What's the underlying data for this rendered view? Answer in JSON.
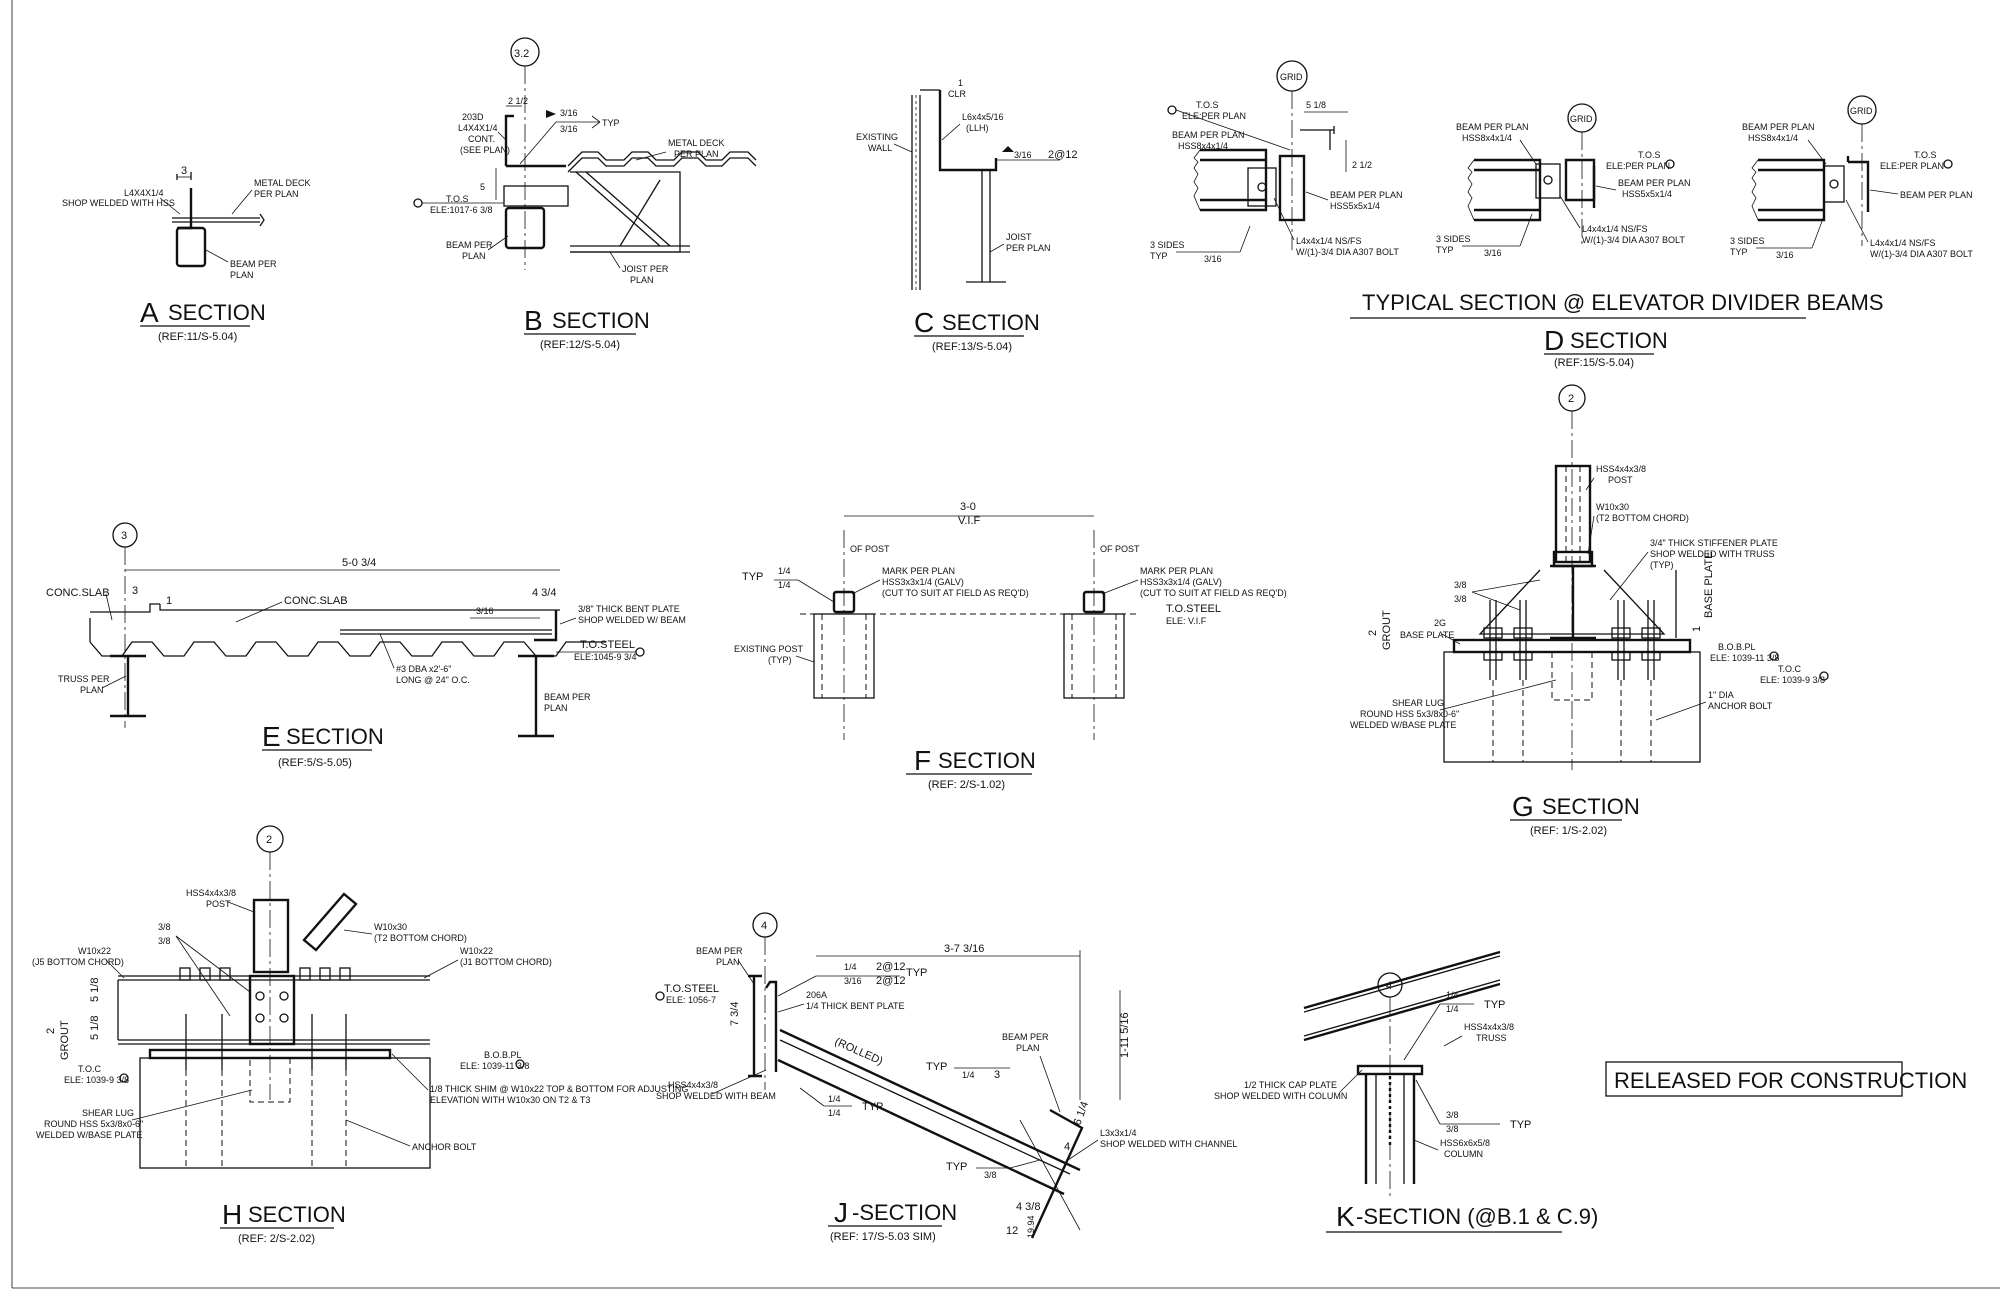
{
  "sections": {
    "A": {
      "letter": "A",
      "word": "SECTION",
      "ref": "(REF:11/S-5.04)",
      "labels": {
        "dim": "3",
        "angle": "L4X4X1/4",
        "angle2": "SHOP WELDED WITH HSS",
        "deck1": "METAL DECK",
        "deck2": "PER PLAN",
        "beam1": "BEAM PER",
        "beam2": "PLAN"
      }
    },
    "B": {
      "letter": "B",
      "word": "SECTION",
      "ref": "(REF:12/S-5.04)",
      "grid": "3.2",
      "labels": {
        "p1": "203D",
        "p2": "L4X4X1/4",
        "p3": "CONT.",
        "p4": "(SEE PLAN)",
        "dim1": "2 1/2",
        "w1": "3/16",
        "w2": "3/16",
        "typ": "TYP",
        "dim5": "5",
        "tos1": "T.O.S",
        "tos2": "ELE:1017-6 3/8",
        "deck1": "METAL DECK",
        "deck2": "PER PLAN",
        "beam1": "BEAM PER",
        "beam2": "PLAN",
        "joist1": "JOIST PER",
        "joist2": "PLAN"
      }
    },
    "C": {
      "letter": "C",
      "word": "SECTION",
      "ref": "(REF:13/S-5.04)",
      "labels": {
        "clr1": "1",
        "clr2": "CLR",
        "ex1": "EXISTING",
        "ex2": "WALL",
        "ang1": "L6x4x5/16",
        "ang2": "(LLH)",
        "w": "3/16",
        "pitch": "2@12",
        "joist1": "JOIST",
        "joist2": "PER PLAN"
      }
    },
    "D": {
      "letter": "D",
      "word": "SECTION",
      "ref": "(REF:15/S-5.04)",
      "heading": "TYPICAL SECTION @ ELEVATOR DIVIDER BEAMS",
      "grid": "GRID",
      "labels": {
        "tos": "T.O.S",
        "ele": "ELE:PER PLAN",
        "bpp": "BEAM PER PLAN",
        "hss84": "HSS8x4x1/4",
        "dim": "5 1/8",
        "dim2": "2 1/2",
        "hss55": "HSS5x5x1/4",
        "three": "3 SIDES",
        "typ": "TYP",
        "w": "3/16",
        "l44": "L4x4x1/4 NS/FS",
        "bolt": "W/(1)-3/4 DIA A307 BOLT"
      }
    },
    "E": {
      "letter": "E",
      "word": "SECTION",
      "ref": "(REF:5/S-5.05)",
      "grid": "3",
      "labels": {
        "slab": "CONC.SLAB",
        "slab2": "CONC.SLAB",
        "dimTot": "5-0 3/4",
        "d3": "3",
        "d1": "1",
        "d434": "4 3/4",
        "w": "3/16",
        "bent1": "3/8\" THICK BENT PLATE",
        "bent2": "SHOP WELDED W/ BEAM",
        "tos1": "T.O.STEEL",
        "tos2": "ELE:1045-9 3/4",
        "truss1": "TRUSS PER",
        "truss2": "PLAN",
        "dba1": "#3 DBA x2'-6\"",
        "dba2": "LONG @ 24\" O.C.",
        "beam1": "BEAM PER",
        "beam2": "PLAN"
      }
    },
    "F": {
      "letter": "F",
      "word": "SECTION",
      "ref": "(REF: 2/S-1.02)",
      "labels": {
        "dim": "3-0",
        "vif": "V.I.F",
        "cl": "OF POST",
        "typ": "TYP",
        "w1": "1/4",
        "w2": "1/4",
        "mark": "MARK PER PLAN",
        "hss": "HSS3x3x1/4 (GALV)",
        "cut": "(CUT TO SUIT AT FIELD AS REQ'D)",
        "tos1": "T.O.STEEL",
        "tos2": "ELE: V.I.F",
        "post1": "EXISTING POST",
        "post2": "(TYP)"
      }
    },
    "G": {
      "letter": "G",
      "word": "SECTION",
      "ref": "(REF: 1/S-2.02)",
      "grid": "2",
      "labels": {
        "post1": "HSS4x4x3/8",
        "post2": "POST",
        "w10": "W10x30",
        "t2": "(T2 BOTTOM CHORD)",
        "stiff1": "3/4\" THICK STIFFENER PLATE",
        "stiff2": "SHOP WELDED WITH TRUSS",
        "stiff3": "(TYP)",
        "w38a": "3/8",
        "w38b": "3/8",
        "grout": "GROUT",
        "two": "2",
        "g2": "2G",
        "bp": "BASE PLATE",
        "bpv": "BASE PLATE",
        "one": "1",
        "bobpl": "B.O.B.PL",
        "ele1": "ELE: 1039-11 3/8",
        "toc": "T.O.C",
        "ele2": "ELE: 1039-9 3/8",
        "lug1": "SHEAR LUG",
        "lug2": "ROUND HSS 5x3/8x0-6\"",
        "lug3": "WELDED W/BASE PLATE",
        "anc1": "1\" DIA",
        "anc2": "ANCHOR BOLT"
      }
    },
    "H": {
      "letter": "H",
      "word": "SECTION",
      "ref": "(REF: 2/S-2.02)",
      "grid": "2",
      "labels": {
        "post1": "HSS4x4x3/8",
        "post2": "POST",
        "w10": "W10x30",
        "t2": "(T2 BOTTOM CHORD)",
        "w38a": "3/8",
        "w38b": "3/8",
        "wl": "W10x22",
        "j5": "(J5 BOTTOM CHORD)",
        "wr": "W10x22",
        "j1": "(J1 BOTTOM CHORD)",
        "d1": "5 1/8",
        "d2": "5 1/8",
        "grout": "GROUT",
        "two": "2",
        "bobpl": "B.O.B.PL",
        "ele1": "ELE: 1039-11 3/8",
        "toc": "T.O.C",
        "ele2": "ELE: 1039-9 3/8",
        "shim1": "1/8 THICK SHIM @ W10x22 TOP & BOTTOM FOR ADJUSTING",
        "shim2": "ELEVATION WITH W10x30 ON T2 & T3",
        "lug1": "SHEAR LUG",
        "lug2": "ROUND HSS 5x3/8x0-6\"",
        "lug3": "WELDED W/BASE PLATE",
        "anc": "ANCHOR BOLT"
      }
    },
    "J": {
      "letter": "J",
      "word": "-SECTION",
      "ref": "(REF: 17/S-5.03 SIM)",
      "grid": "4",
      "labels": {
        "beam1": "BEAM PER",
        "beam2": "PLAN",
        "dim": "3-7 3/16",
        "w1": "1/4",
        "w2": "3/16",
        "p1": "2@12",
        "p2": "2@12",
        "typ": "TYP",
        "tos1": "T.O.STEEL",
        "tos2": "ELE: 1056-7",
        "bent1": "206A",
        "bent2": "1/4 THICK BENT PLATE",
        "d734": "7 3/4",
        "rolled": "(ROLLED)",
        "vdim": "1-11 5/16",
        "beamR1": "BEAM PER",
        "beamR2": "PLAN",
        "typ2": "TYP",
        "w3": "1/4",
        "three": "3",
        "hss1": "HSS4x4x3/8",
        "hss2": "SHOP WELDED WITH BEAM",
        "w4": "1/4",
        "w5": "1/4",
        "typ3": "TYP",
        "d614": "6 1/4",
        "l3a": "L3x3x1/4",
        "l3b": "SHOP WELDED WITH CHANNEL",
        "four": "4",
        "typ4": "TYP",
        "w6": "3/8",
        "d438": "4 3/8",
        "twelve": "12",
        "d1994": "19.94"
      }
    },
    "K": {
      "letter": "K",
      "word": "-SECTION (@B.1 & C.9)",
      "grid": "4",
      "labels": {
        "w1": "1/4",
        "w2": "1/4",
        "typ": "TYP",
        "hss1": "HSS4x4x3/8",
        "hss2": "TRUSS",
        "cap1": "1/2 THICK CAP PLATE",
        "cap2": "SHOP WELDED WITH COLUMN",
        "w3": "3/8",
        "w4": "3/8",
        "typ2": "TYP",
        "col1": "HSS6x6x5/8",
        "col2": "COLUMN"
      }
    }
  },
  "stamp": "RELEASED FOR CONSTRUCTION"
}
